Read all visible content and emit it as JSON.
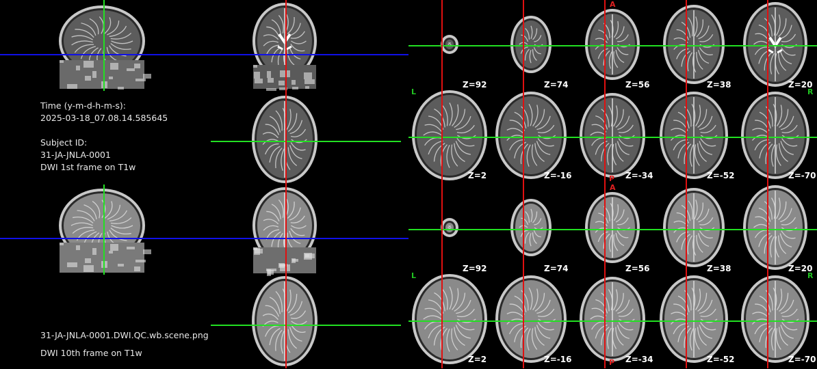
{
  "info": {
    "time_label": "Time (y-m-d-h-m-s):",
    "time_value": "2025-03-18_07.08.14.585645",
    "subject_label": "Subject ID:",
    "subject_value": "31-JA-JNLA-0001",
    "frame1_label": "DWI 1st frame on T1w",
    "filename": "31-JA-JNLA-0001.DWI.QC.wb.scene.png",
    "frame10_label": "DWI 10th frame on T1w"
  },
  "z_labels_top": [
    "Z=92",
    "Z=74",
    "Z=56",
    "Z=38",
    "Z=20"
  ],
  "z_labels_bottom": [
    "Z=2",
    "Z=-16",
    "Z=-34",
    "Z=-52",
    "Z=-70"
  ],
  "orientation": {
    "anterior": "A",
    "posterior": "P",
    "left": "L",
    "right": "R"
  },
  "colors": {
    "crosshair_red": "#e01010",
    "crosshair_green": "#22e022",
    "crosshair_blue": "#1010e8",
    "background": "#000000"
  }
}
